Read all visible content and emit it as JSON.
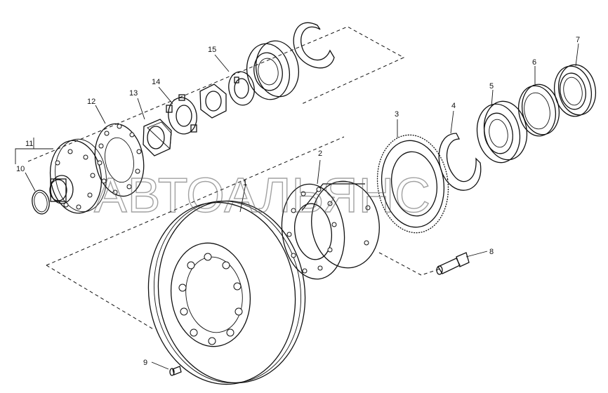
{
  "watermark": "АВТОАЛЬЯНС",
  "callouts": [
    {
      "id": "c1",
      "text": "1"
    },
    {
      "id": "c2",
      "text": "2"
    },
    {
      "id": "c3",
      "text": "3"
    },
    {
      "id": "c4",
      "text": "4"
    },
    {
      "id": "c5",
      "text": "5"
    },
    {
      "id": "c6",
      "text": "6"
    },
    {
      "id": "c7",
      "text": "7"
    },
    {
      "id": "c8",
      "text": "8"
    },
    {
      "id": "c9",
      "text": "9"
    },
    {
      "id": "c10",
      "text": "10"
    },
    {
      "id": "c11",
      "text": "11"
    },
    {
      "id": "c12",
      "text": "12"
    },
    {
      "id": "c13",
      "text": "13"
    },
    {
      "id": "c14",
      "text": "14"
    },
    {
      "id": "c15",
      "text": "15"
    }
  ],
  "colors": {
    "line": "#111111",
    "background": "#ffffff",
    "watermark": "#555555"
  }
}
